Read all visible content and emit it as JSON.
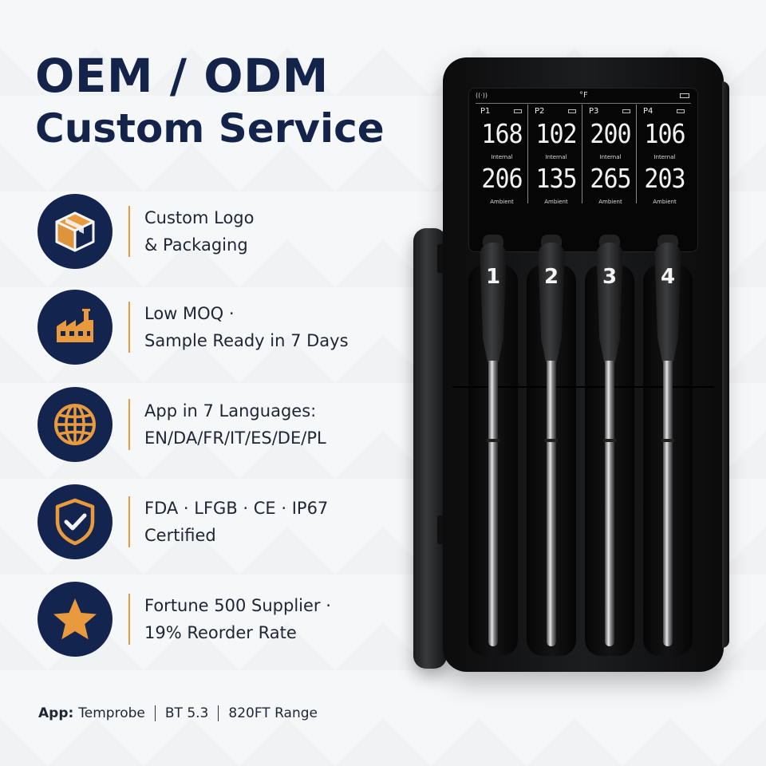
{
  "headline": {
    "line1": "OEM / ODM",
    "line2": "Custom Service"
  },
  "features": [
    {
      "icon": "package-box-icon",
      "line1": "Custom Logo",
      "line2": "& Packaging"
    },
    {
      "icon": "factory-icon",
      "line1": "Low MOQ ·",
      "line2": "Sample Ready in 7 Days"
    },
    {
      "icon": "globe-icon",
      "line1": "App in 7 Languages:",
      "line2": "EN/DA/FR/IT/ES/DE/PL"
    },
    {
      "icon": "shield-check-icon",
      "line1": "FDA · LFGB · CE · IP67",
      "line2": "Certified"
    },
    {
      "icon": "star-icon",
      "line1": "Fortune 500 Supplier ·",
      "line2": "19% Reorder Rate"
    }
  ],
  "footer": {
    "app_label": "App:",
    "app_name": "Temprobe",
    "bt": "BT 5.3",
    "range": "820FT Range"
  },
  "device": {
    "unit": "°F",
    "internal_label": "Internal",
    "ambient_label": "Ambient",
    "channels": [
      {
        "label": "P1",
        "internal": "168",
        "ambient": "206"
      },
      {
        "label": "P2",
        "internal": "102",
        "ambient": "135"
      },
      {
        "label": "P3",
        "internal": "200",
        "ambient": "265"
      },
      {
        "label": "P4",
        "internal": "106",
        "ambient": "203"
      }
    ],
    "probes": [
      "1",
      "2",
      "3",
      "4"
    ]
  },
  "colors": {
    "navy": "#13244f",
    "accent": "#e89a3c",
    "text": "#1e2633"
  }
}
